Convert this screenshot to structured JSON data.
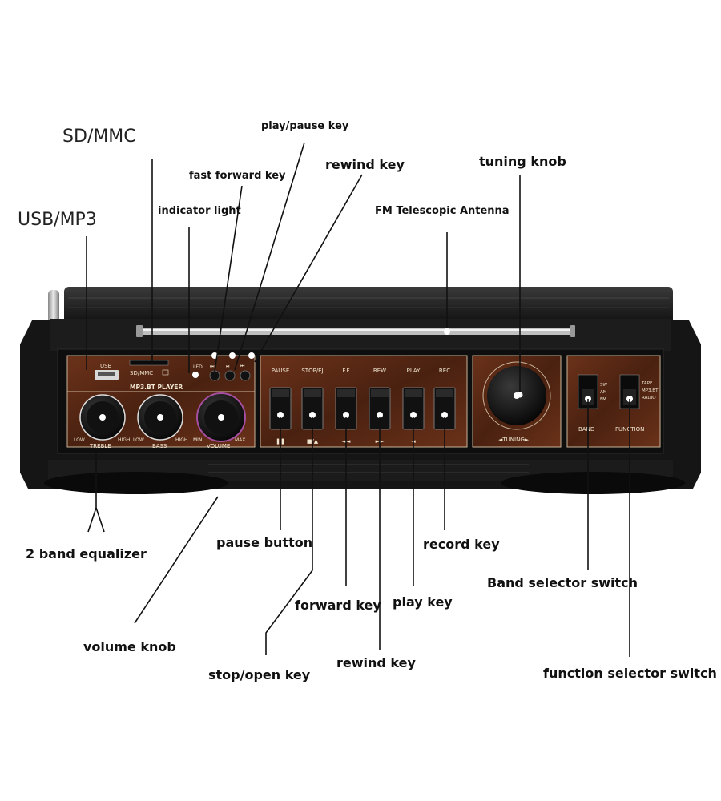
{
  "callouts": {
    "sd_mmc": "SD/MMC",
    "usb_mp3": "USB/MP3",
    "play_pause_key": "play/pause key",
    "fast_forward_key": "fast forward key",
    "rewind_key_top": "rewind key",
    "indicator_light": "indicator light",
    "tuning_knob": "tuning knob",
    "fm_antenna": "FM Telescopic Antenna",
    "two_band_equalizer": "2 band equalizer",
    "pause_button": "pause button",
    "record_key": "record key",
    "band_selector_switch": "Band selector switch",
    "forward_key": "forward key",
    "play_key": "play key",
    "volume_knob": "volume knob",
    "stop_open_key": "stop/open key",
    "rewind_key_bottom": "rewind key",
    "function_selector_switch": "function selector switch"
  },
  "panel": {
    "usb": "USB",
    "sd_mmc": "SD/MMC",
    "player": "MP3.BT PLAYER",
    "led": "LED",
    "low": "LOW",
    "high": "HIGH",
    "min": "MIN",
    "max": "MAX",
    "treble": "TREBLE",
    "bass": "BASS",
    "volume": "VOLUME",
    "tuning": "◄TUNING►",
    "band": "BAND",
    "function": "FUNCTION",
    "band_options": [
      "SW",
      "AM",
      "FM"
    ],
    "function_options": [
      "TAPE",
      "MP3.BT",
      "RADIO"
    ],
    "cassette_keys": [
      "PAUSE",
      "STOP/EJ",
      "F.F",
      "REW",
      "PLAY",
      "REC"
    ],
    "key_symbols": [
      "❚❚",
      "■/▲",
      "◄◄",
      "►►",
      "◄",
      ""
    ],
    "mini_keys": [
      "⏭",
      "⏯",
      "⏮"
    ]
  },
  "colors": {
    "body": "#141414",
    "wood": "#5a2a14",
    "wood_light": "#7a3d1e",
    "panel_line": "#c9b59a"
  }
}
